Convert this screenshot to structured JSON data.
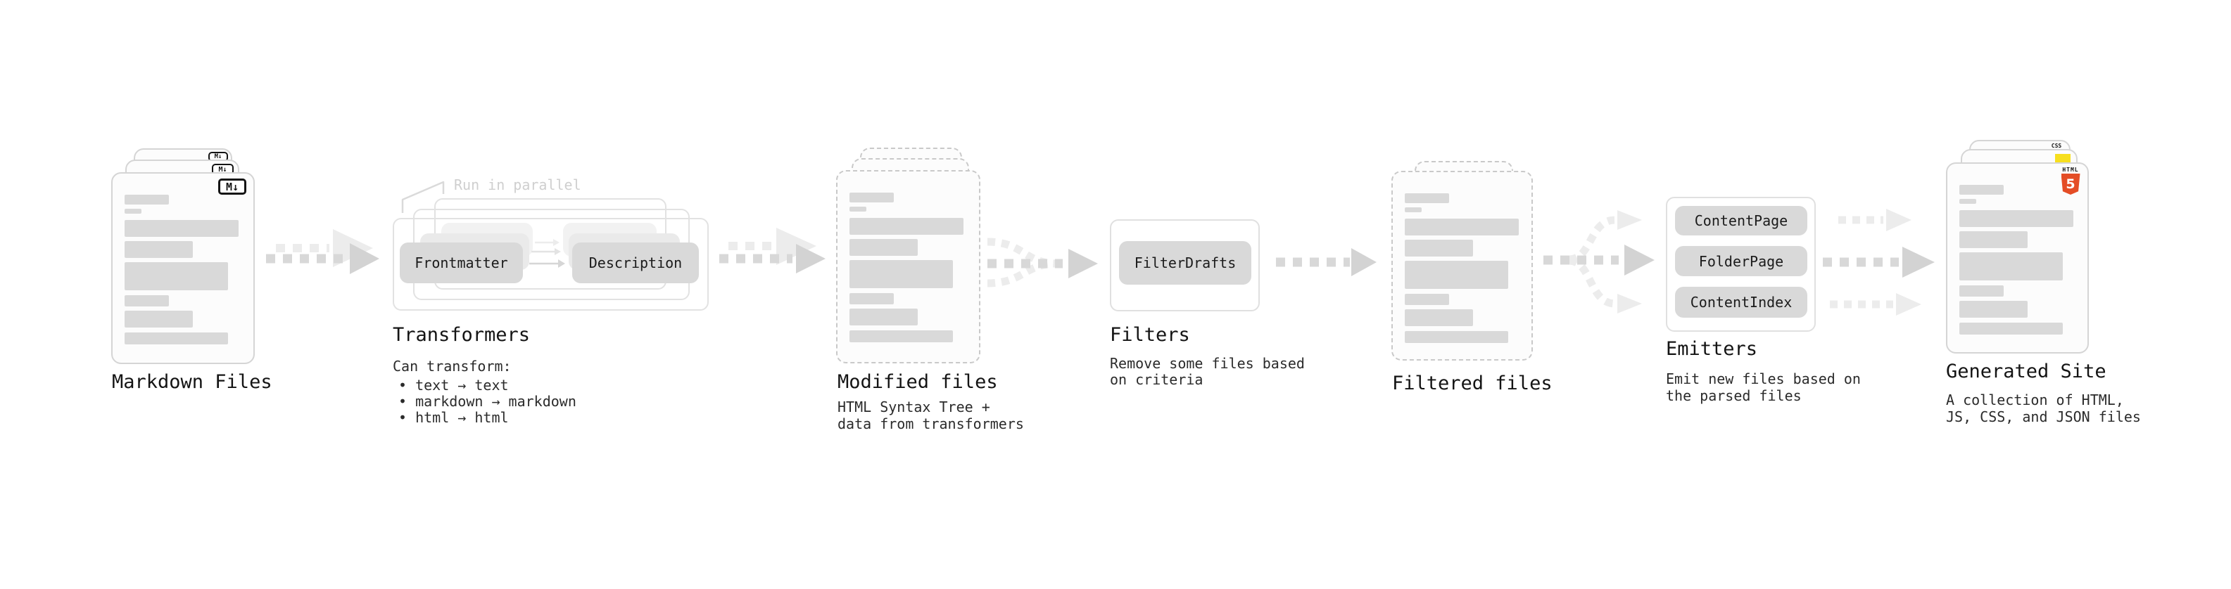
{
  "stages": {
    "markdown_files": {
      "label": "Markdown Files",
      "badge": "M↓"
    },
    "transformers": {
      "annotation": "Run in parallel",
      "pill_left": "Frontmatter",
      "pill_right": "Description",
      "heading": "Transformers",
      "desc_title": "Can transform:",
      "bullets": [
        "• text → text",
        "• markdown → markdown",
        "• html → html"
      ]
    },
    "modified_files": {
      "heading": "Modified files",
      "desc": [
        "HTML Syntax Tree +",
        "data from transformers"
      ]
    },
    "filters": {
      "pill": "FilterDrafts",
      "heading": "Filters",
      "desc": [
        "Remove some files based",
        "on criteria"
      ]
    },
    "filtered_files": {
      "heading": "Filtered files"
    },
    "emitters": {
      "pills": [
        "ContentPage",
        "FolderPage",
        "ContentIndex"
      ],
      "heading": "Emitters",
      "desc": [
        "Emit new files based on",
        "the parsed files"
      ]
    },
    "generated_site": {
      "heading": "Generated Site",
      "desc": [
        "A collection of HTML,",
        "JS, CSS, and JSON files"
      ],
      "badge_css": "CSS",
      "badge_html_word": "HTML",
      "badge_html_number": "5"
    }
  },
  "colors": {
    "css_blue": "#2962ff",
    "js_yellow": "#f7df1e",
    "html_orange": "#e44d26",
    "skeleton_gray": "#d9d9d9",
    "arrow_gray": "#d8d8d8",
    "arrow_light": "#ececec",
    "text_dark": "#141414",
    "annotation_gray": "#cfcfcf"
  }
}
